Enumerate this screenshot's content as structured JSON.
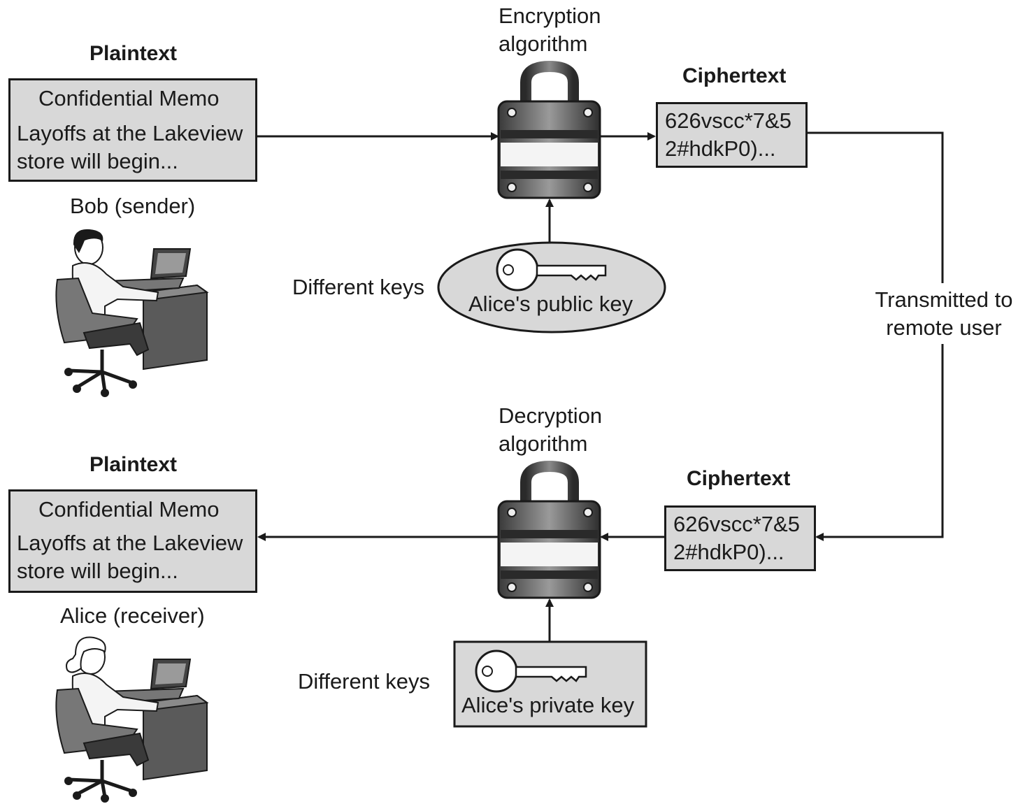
{
  "top": {
    "plaintext_heading": "Plaintext",
    "memo": {
      "title": "Confidential Memo",
      "line1": "Layoffs at the Lakeview",
      "line2": "store will begin..."
    },
    "person_label": "Bob (sender)",
    "algorithm_label_1": "Encryption",
    "algorithm_label_2": "algorithm",
    "ciphertext_heading": "Ciphertext",
    "cipher_line1": "626vscc*7&5",
    "cipher_line2": "2#hdkP0)...",
    "keys_label": "Different keys",
    "key_label": "Alice's public key"
  },
  "transmit": {
    "line1": "Transmitted to",
    "line2": "remote user"
  },
  "bottom": {
    "plaintext_heading": "Plaintext",
    "memo": {
      "title": "Confidential Memo",
      "line1": "Layoffs at the Lakeview",
      "line2": "store will begin..."
    },
    "person_label": "Alice (receiver)",
    "algorithm_label_1": "Decryption",
    "algorithm_label_2": "algorithm",
    "ciphertext_heading": "Ciphertext",
    "cipher_line1": "626vscc*7&5",
    "cipher_line2": "2#hdkP0)...",
    "keys_label": "Different keys",
    "key_label": "Alice's private key"
  },
  "colors": {
    "box_fill": "#d8d8d8",
    "line": "#1a1a1a",
    "lock_body": "#6e6e6e"
  }
}
